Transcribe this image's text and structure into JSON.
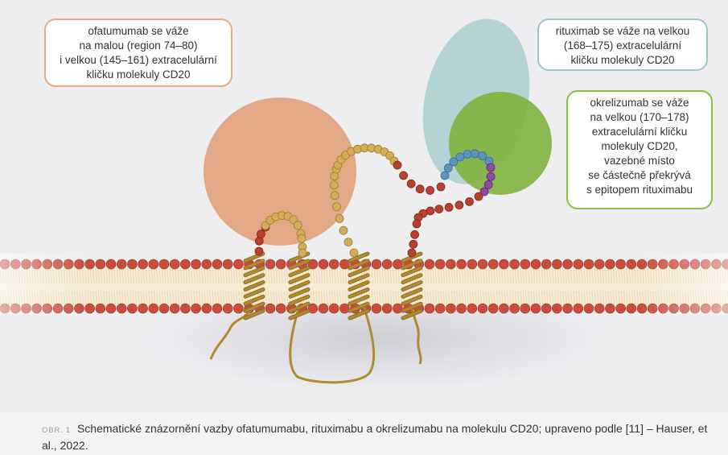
{
  "labels": {
    "ofatumumab": [
      "ofatumumab se váže",
      "na malou (region 74–80)",
      "i velkou (145–161) extracelulární",
      "kličku molekuly CD20"
    ],
    "rituximab": [
      "rituximab se váže na velkou",
      "(168–175) extracelulární",
      "kličku molekuly CD20"
    ],
    "okrelizumab": [
      "okrelizumab se váže",
      "na velkou (170–178)",
      "extracelulární kličku",
      "molekuly CD20,",
      "vazebné místo",
      "se částečně překrývá",
      "s epitopem rituximabu"
    ]
  },
  "caption": {
    "tag": "OBR. 1",
    "text": "Schematické znázornění vazby ofatumumabu, rituximabu a okrelizumabu na molekulu CD20; upraveno podle [11] – Hauser, et al., 2022."
  },
  "colors": {
    "ofatumumab": "#e2a27c",
    "rituximab": "#a6cccd",
    "okrelizumab": "#7eb13a",
    "lipid_head": "#c84c3c",
    "amino_gold": "#d4ad56",
    "amino_red": "#b8402e",
    "amino_blue": "#5d93bd",
    "amino_purple": "#8e4aa5",
    "helix": "#b08a30"
  }
}
